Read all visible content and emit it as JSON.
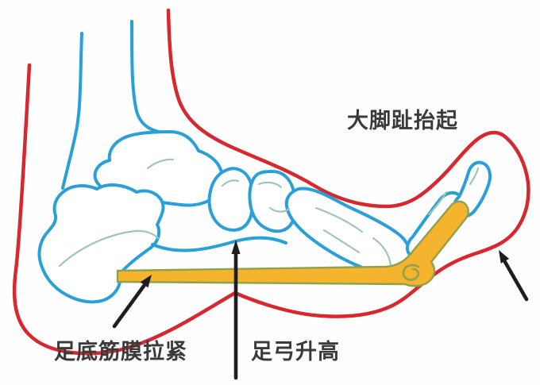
{
  "figure": {
    "description": "Foot side-view medical diagram showing the windlass mechanism: big toe dorsiflexed, plantar fascia tightened, arch raised",
    "annotations": {
      "big_toe": {
        "text": "大脚趾抬起"
      },
      "plantar_fascia": {
        "text": "足底筋膜拉紧"
      },
      "arch": {
        "text": "足弓升高"
      }
    }
  },
  "colors": {
    "background": "#fefefe",
    "skin_outline_red": "#d7282f",
    "bone_outline_blue": "#2aa0d8",
    "bone_detail_teal": "#9cc7b4",
    "bone_fill": "#ffffff",
    "fascia_fill_yellow": "#f4b42d",
    "fascia_edge_olive": "#8fa24a",
    "arrow_black": "#1e1e1e",
    "label_text": "#3a3a3a"
  }
}
